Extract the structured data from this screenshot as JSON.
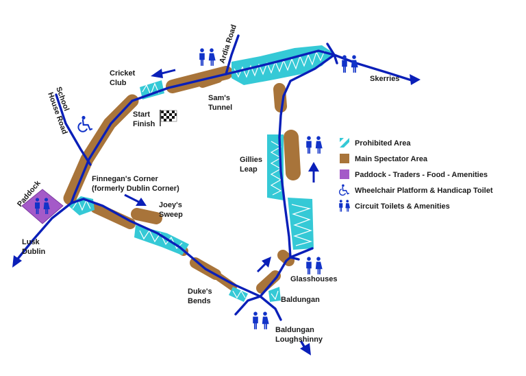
{
  "places": {
    "cricket_club": [
      "Cricket",
      "Club"
    ],
    "ardia_road": "Ardia Road",
    "sams_tunnel": [
      "Sam's",
      "Tunnel"
    ],
    "skerries": "Skerries",
    "school_house_road": [
      "School",
      "House Road"
    ],
    "start_finish": [
      "Start",
      "Finish"
    ],
    "gillies_leap": [
      "Gillies",
      "Leap"
    ],
    "finnegans_corner": [
      "Finnegan's Corner",
      "(formerly Dublin Corner)"
    ],
    "joeys_sweep": [
      "Joey's",
      "Sweep"
    ],
    "paddock": "Paddock",
    "lusk_dublin": [
      "Lusk",
      "Dublin"
    ],
    "glasshouses": "Glasshouses",
    "dukes_bends": [
      "Duke's",
      "Bends"
    ],
    "baldungan": "Baldungan",
    "baldungan_loughshinny": [
      "Baldungan",
      "Loughshinny"
    ]
  },
  "legend": [
    {
      "key": "prohibited",
      "label": "Prohibited Area",
      "color": "#35c9d6"
    },
    {
      "key": "spectator",
      "label": "Main Spectator Area",
      "color": "#a8743a"
    },
    {
      "key": "paddock",
      "label": "Paddock - Traders - Food - Amenities",
      "color": "#a45ac8"
    },
    {
      "key": "wheelchair",
      "label": "Wheelchair Platform & Handicap Toilet",
      "icon": "wheelchair-icon"
    },
    {
      "key": "toilets",
      "label": "Circuit Toilets & Amenities",
      "icon": "toilets-icon"
    }
  ],
  "colors": {
    "road": "#0a1fb8",
    "spectator": "#a8743a",
    "prohibited": "#35c9d6",
    "paddock": "#a45ac8"
  }
}
